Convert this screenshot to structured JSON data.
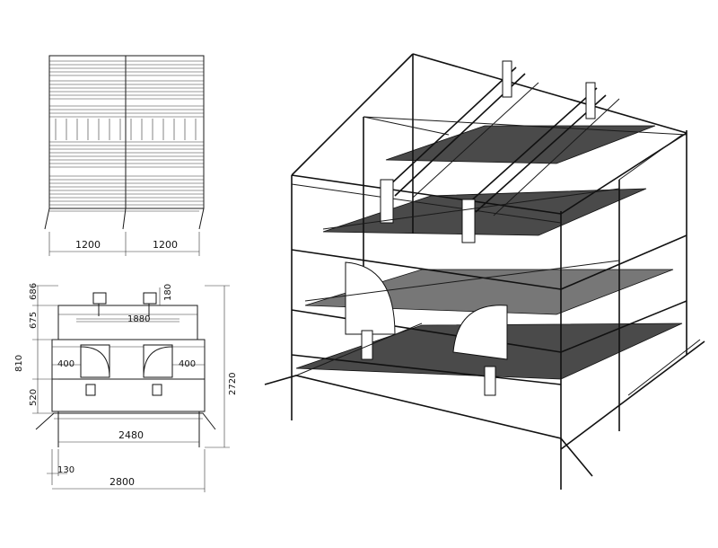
{
  "front_view": {
    "width_left": "1200",
    "width_right": "1200"
  },
  "side_view": {
    "dim_686": "686",
    "dim_180": "180",
    "dim_675": "675",
    "dim_1880": "1880",
    "dim_810": "810",
    "dim_400_left": "400",
    "dim_400_right": "400",
    "dim_520": "520",
    "dim_2720": "2720",
    "dim_2480": "2480",
    "dim_130": "130",
    "dim_2800": "2800"
  }
}
